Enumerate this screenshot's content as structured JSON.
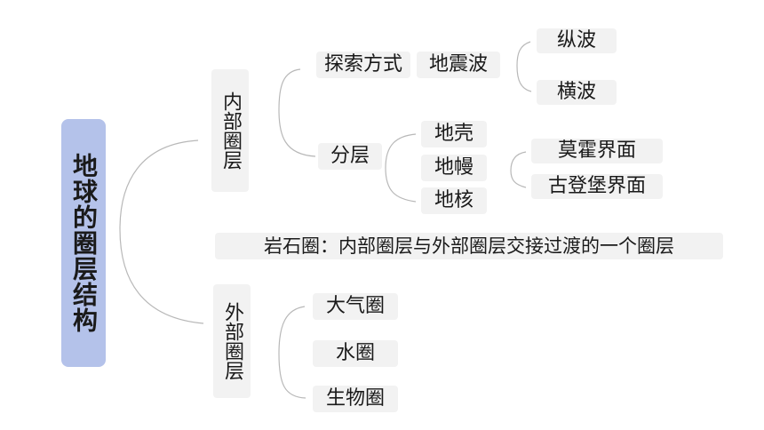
{
  "mindmap": {
    "root": "地球的圈层结构",
    "inner": {
      "label": "内部圈层",
      "explore": {
        "label": "探索方式",
        "method": "地震波",
        "waves": [
          "纵波",
          "横波"
        ]
      },
      "layers": {
        "label": "分层",
        "items": [
          "地壳",
          "地幔",
          "地核"
        ],
        "boundaries": [
          "莫霍界面",
          "古登堡界面"
        ]
      }
    },
    "lithosphere": "岩石圈：内部圈层与外部圈层交接过渡的一个圈层",
    "outer": {
      "label": "外部圈层",
      "items": [
        "大气圈",
        "水圈",
        "生物圈"
      ]
    }
  },
  "colors": {
    "root_fill": "#b4c2ea",
    "node_fill": "#f2f2f2",
    "connector": "#b8b8b8"
  }
}
